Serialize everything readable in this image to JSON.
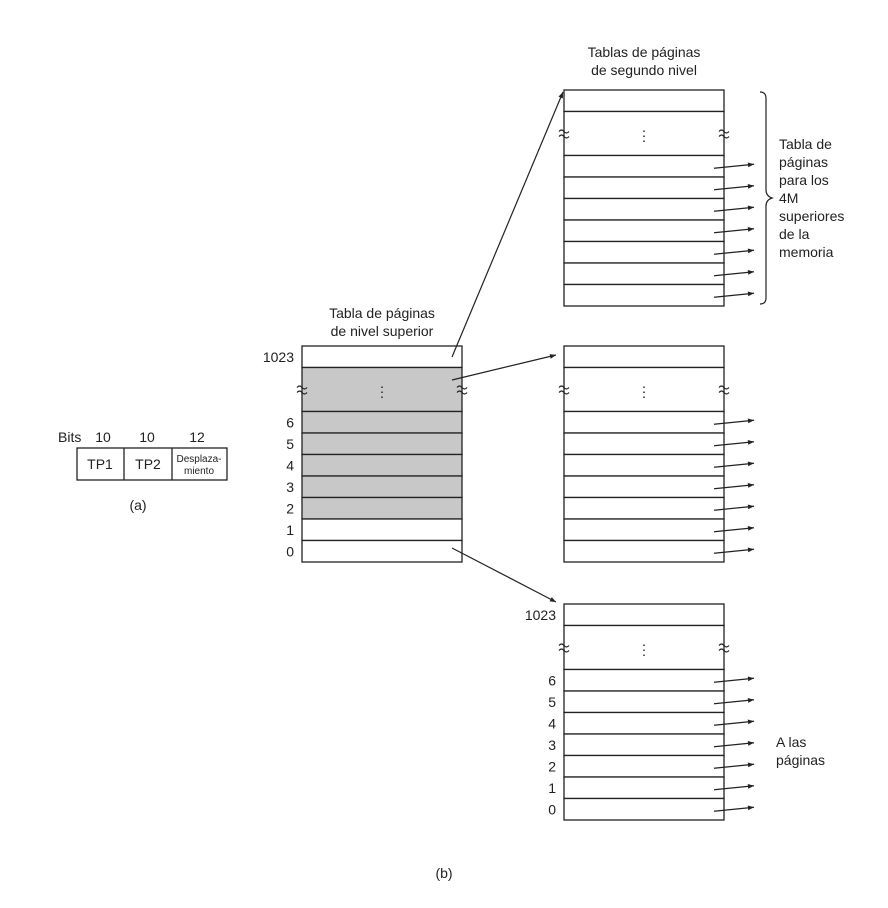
{
  "colors": {
    "shaded": "#c8c8c8",
    "line": "#222222",
    "background": "#ffffff"
  },
  "address_format": {
    "bits_label": "Bits",
    "fields": [
      {
        "bits": "10",
        "name": "TP1"
      },
      {
        "bits": "10",
        "name": "TP2"
      },
      {
        "bits": "12",
        "name_line1": "Desplaza-",
        "name_line2": "miento"
      }
    ],
    "caption": "(a)"
  },
  "top_level_table": {
    "title_line1": "Tabla de páginas",
    "title_line2": "de nivel superior",
    "labels": {
      "top": "1023",
      "rows": [
        "6",
        "5",
        "4",
        "3",
        "2",
        "1",
        "0"
      ]
    },
    "shaded_rows": [
      "ellipsis",
      "6",
      "5",
      "4",
      "3",
      "2"
    ]
  },
  "second_level": {
    "title_line1": "Tablas de páginas",
    "title_line2": "de segundo nivel",
    "brace_label": [
      "Tabla de",
      "páginas",
      "para los",
      "4M",
      "superiores",
      "de la",
      "memoria"
    ],
    "bottom_table_labels": {
      "top": "1023",
      "rows": [
        "6",
        "5",
        "4",
        "3",
        "2",
        "1",
        "0"
      ]
    },
    "pages_label": [
      "A las",
      "páginas"
    ]
  },
  "ellipsis": "⋮",
  "caption": "(b)"
}
